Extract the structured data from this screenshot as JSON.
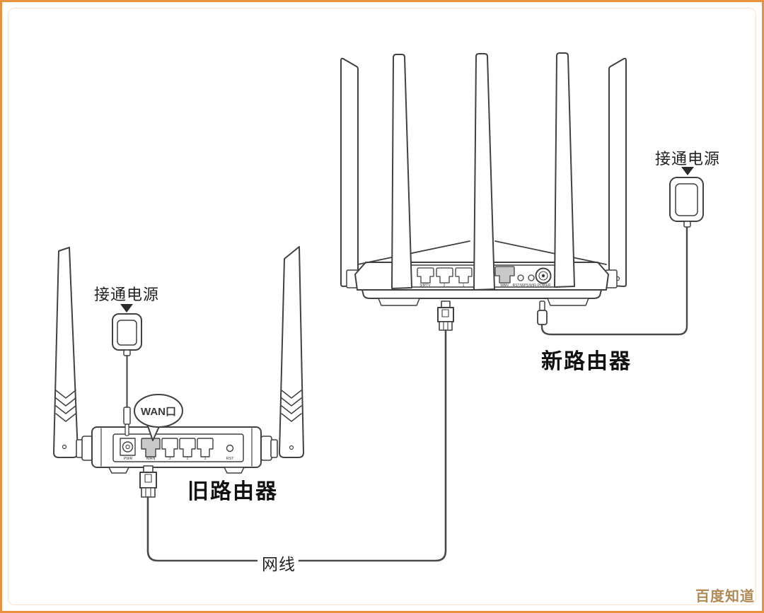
{
  "diagram": {
    "old_router": {
      "name": "旧路由器",
      "power_label": "接通电源",
      "wan_callout": "WAN口",
      "port_labels": [
        "PWR",
        "WAN",
        "3",
        "2",
        "1",
        "RST"
      ]
    },
    "new_router": {
      "name": "新路由器",
      "power_label": "接通电源",
      "port_labels": [
        "3/IPTV",
        "2",
        "1",
        "WAN",
        "RST/WPS",
        "WiFi",
        "POWER"
      ]
    },
    "cable_label": "网线"
  },
  "watermark": {
    "text": "百度知道"
  },
  "colors": {
    "frame_border": "#e8923f",
    "line": "#414141",
    "port_fill": "#c9c9c9",
    "watermark": "#b08a56"
  }
}
